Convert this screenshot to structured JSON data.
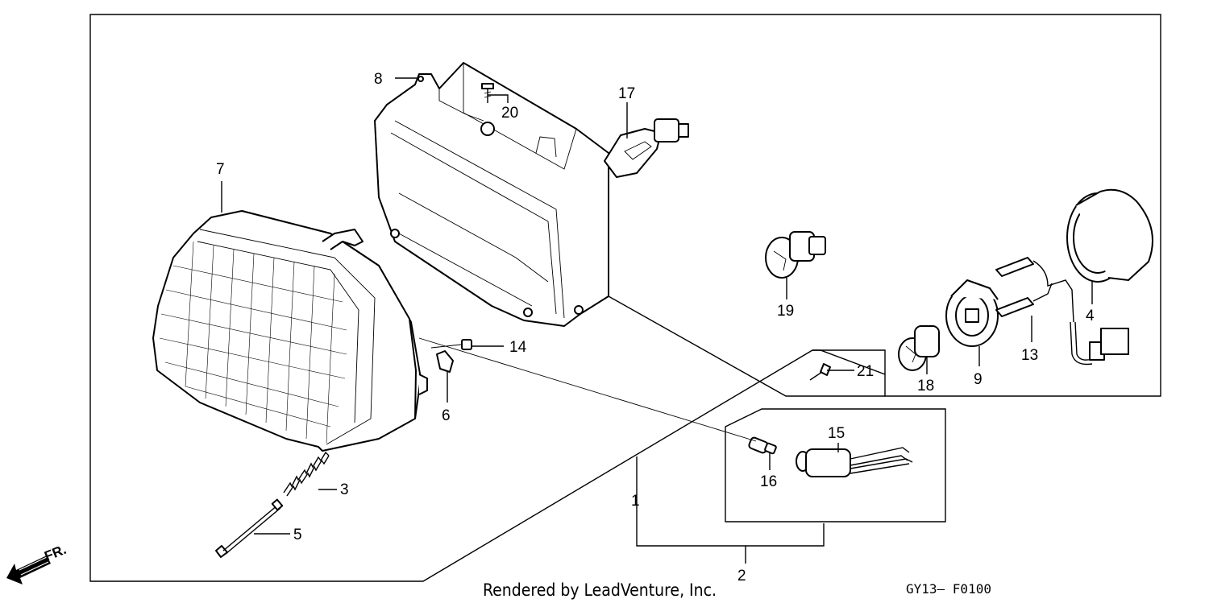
{
  "labels": {
    "p1": "1",
    "p2": "2",
    "p3": "3",
    "p4": "4",
    "p5": "5",
    "p6": "6",
    "p7": "7",
    "p8": "8",
    "p9": "9",
    "p13": "13",
    "p14": "14",
    "p15": "15",
    "p16": "16",
    "p17": "17",
    "p18": "18",
    "p19": "19",
    "p20": "20",
    "p21": "21"
  },
  "direction": "FR.",
  "footer": {
    "rendered_by": "Rendered by LeadVenture, Inc.",
    "diagram_code": "GY13— F0100"
  },
  "icons": [
    "front-direction-arrow-icon"
  ]
}
